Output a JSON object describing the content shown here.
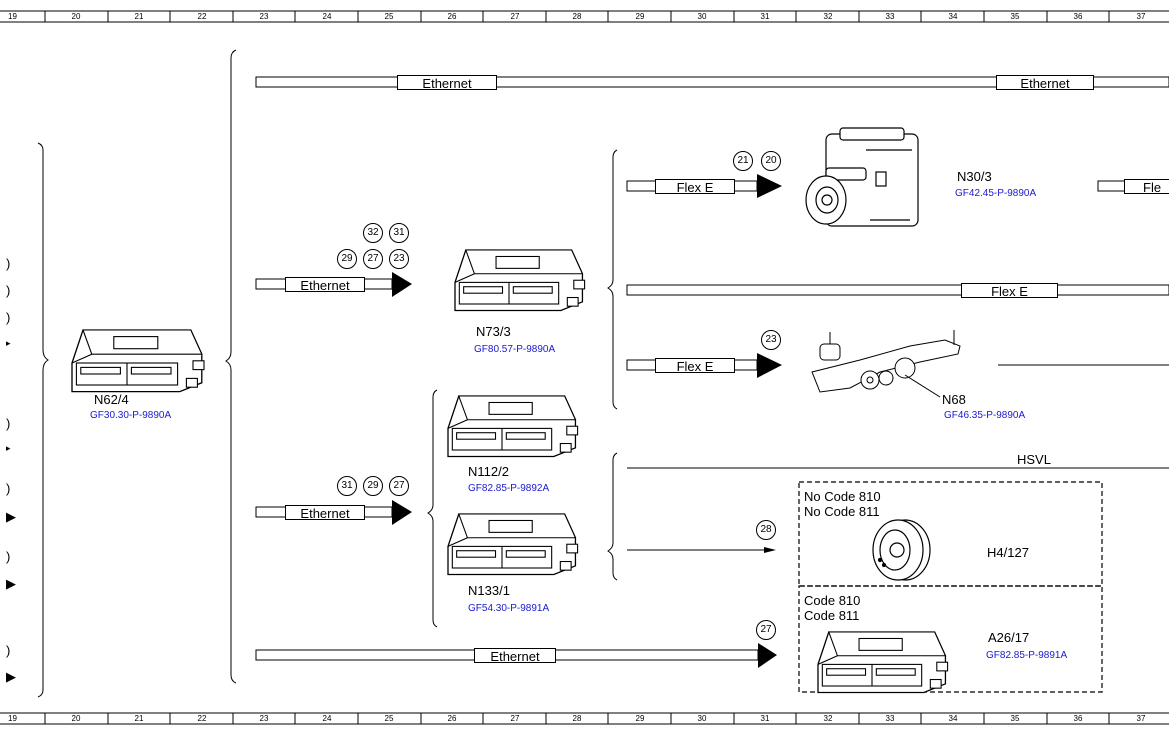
{
  "grid": {
    "edge_left": "19",
    "columns": [
      "20",
      "21",
      "22",
      "23",
      "24",
      "25",
      "26",
      "27",
      "28",
      "29",
      "30",
      "31",
      "32",
      "33",
      "34",
      "35",
      "36",
      "37"
    ]
  },
  "buses": {
    "ethernet_top_left": "Ethernet",
    "ethernet_top_right": "Ethernet",
    "ethernet_n73": "Ethernet",
    "ethernet_n112": "Ethernet",
    "ethernet_bottom": "Ethernet",
    "flexe_n30": "Flex E",
    "flexe_n30_right": "Fle",
    "flexe_mid": "Flex E",
    "flexe_n68": "Flex E",
    "hsvl": "HSVL"
  },
  "components": {
    "n62_4": {
      "label": "N62/4",
      "ref": "GF30.30-P-9890A"
    },
    "n73_3": {
      "label": "N73/3",
      "ref": "GF80.57-P-9890A"
    },
    "n112_2": {
      "label": "N112/2",
      "ref": "GF82.85-P-9892A"
    },
    "n133_1": {
      "label": "N133/1",
      "ref": "GF54.30-P-9891A"
    },
    "n30_3": {
      "label": "N30/3",
      "ref": "GF42.45-P-9890A"
    },
    "n68": {
      "label": "N68",
      "ref": "GF46.35-P-9890A"
    },
    "h4_127": {
      "label": "H4/127"
    },
    "a26_17": {
      "label": "A26/17",
      "ref": "GF82.85-P-9891A"
    }
  },
  "conditions": {
    "box1_line1": "No Code 810",
    "box1_line2": "No Code 811",
    "box2_line1": "Code 810",
    "box2_line2": "Code 811"
  },
  "markers": {
    "flexe_n30": [
      "21",
      "20"
    ],
    "n73_row1": [
      "32",
      "31"
    ],
    "n73_row2": [
      "29",
      "27",
      "23"
    ],
    "flexe_n68": [
      "23"
    ],
    "n112": [
      "31",
      "29",
      "27"
    ],
    "hsvl_h4": [
      "28"
    ],
    "ethernet_bottom": [
      "27"
    ]
  },
  "left_edge_symbols": [
    ")",
    ")",
    ")",
    "▸",
    ")",
    "▸",
    ")",
    "▶",
    ")",
    "▶",
    ")",
    "▶"
  ]
}
